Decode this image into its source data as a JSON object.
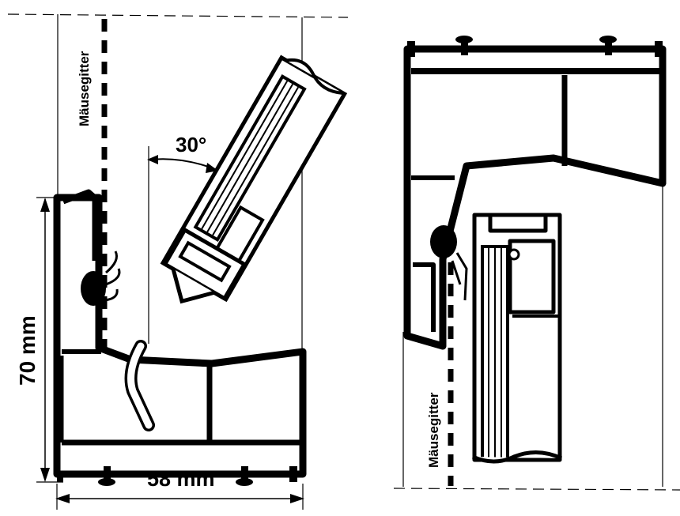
{
  "colors": {
    "ink": "#000000",
    "paper": "#ffffff"
  },
  "left_drawing": {
    "mouse_screen_label": "Mäusegitter",
    "angle_label": "30°",
    "height_label": "70 mm",
    "width_label": "58 mm"
  },
  "right_drawing": {
    "mouse_screen_label": "Mäusegitter"
  }
}
